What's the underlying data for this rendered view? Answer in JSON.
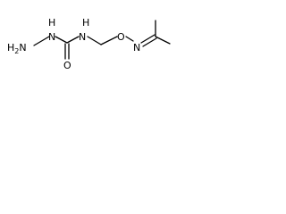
{
  "molecule": {
    "atoms": {
      "terminal_amine": {
        "label": "H2N",
        "symbol": "H",
        "subscript": "2",
        "symbol2": "N"
      },
      "hydrazine_n": {
        "label": "N",
        "h": "H"
      },
      "carbonyl_o": {
        "label": "O"
      },
      "amide_n": {
        "label": "N",
        "h": "H"
      },
      "ether_o": {
        "label": "O"
      },
      "oxime_n": {
        "label": "N"
      }
    },
    "colors": {
      "bond": "#000000",
      "text": "#000000",
      "background": "#ffffff"
    }
  }
}
